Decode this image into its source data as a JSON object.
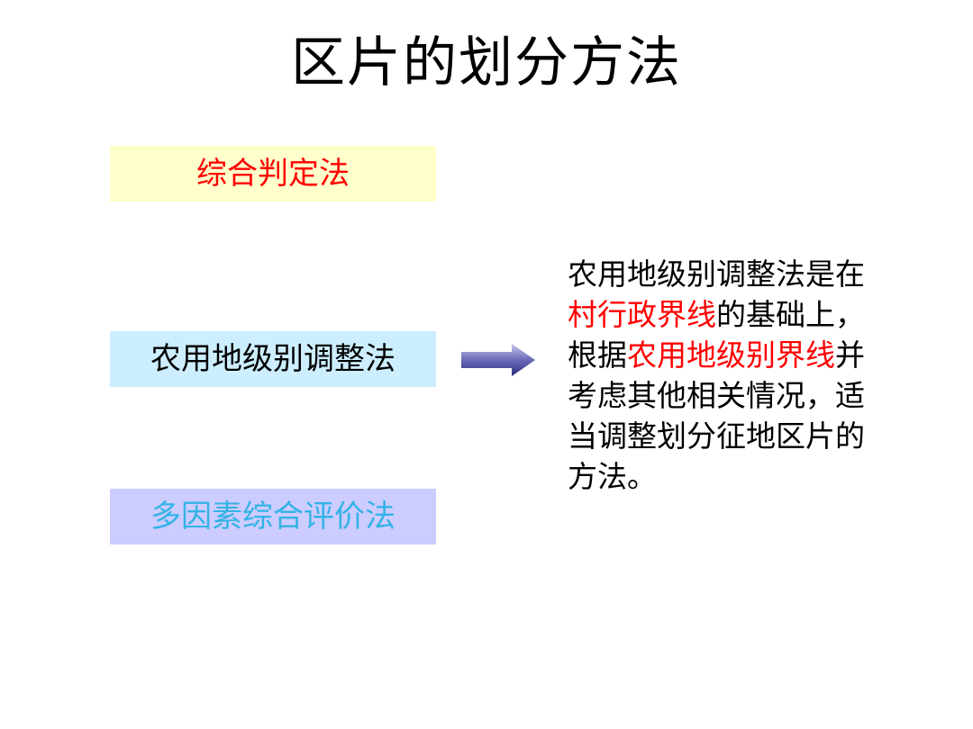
{
  "slide": {
    "title": "区片的划分方法",
    "methods": [
      {
        "label": "综合判定法",
        "background": "#ffffcc",
        "color": "#ff0000"
      },
      {
        "label": "农用地级别调整法",
        "background": "#cceeff",
        "color": "#000000"
      },
      {
        "label": "多因素综合评价法",
        "background": "#ccccff",
        "color": "#33b3e6"
      }
    ],
    "arrow_icon": "right-arrow-icon",
    "description": {
      "seg1": "农用地级别调整法是在",
      "seg2_highlight": "村行政界线",
      "seg3": "的基础上，根据",
      "seg4_highlight": "农用地级别界线",
      "seg5": "并考虑其他相关情况，适当调整划分征地区片的方法。",
      "highlight_color": "#ff0000"
    }
  }
}
